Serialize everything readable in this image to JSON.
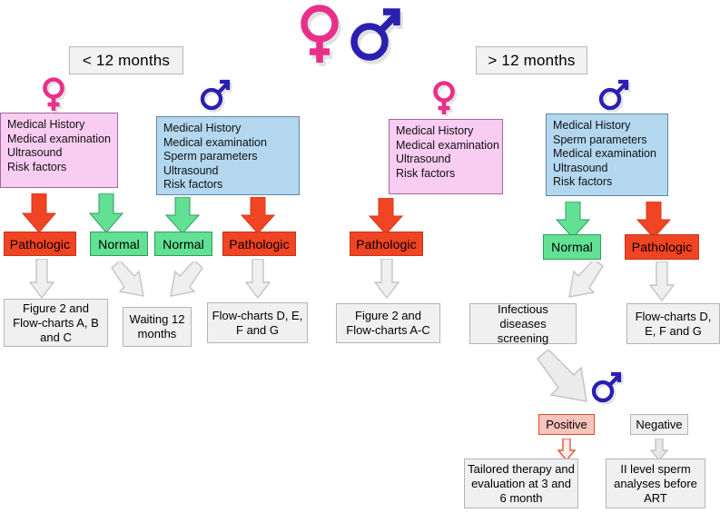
{
  "figure": {
    "title": "Infertility diagnostic work-up flow chart",
    "colors": {
      "female_fill": "#f9ccf2",
      "female_border": "#9a6b97",
      "male_fill": "#b3d7ef",
      "male_border": "#5f87a5",
      "pathologic_fill": "#f04423",
      "normal_fill": "#62e093",
      "outcome_fill": "#f0f0f0",
      "female_symbol": "#e8308a",
      "male_symbol": "#2a1fb0",
      "positive_fill": "#f7c3bb",
      "positive_border": "#e04a33",
      "grey_arrow": "#e8e8e8"
    }
  },
  "top_symbols": {
    "female": "female-symbol",
    "male": "male-symbol"
  },
  "periods": {
    "left": "< 12 months",
    "right": "> 12 months"
  },
  "branches": [
    {
      "id": "lt12-female",
      "symbol": "female-symbol",
      "box_type": "female",
      "items": [
        "Medical History",
        "Medical examination",
        "Ultrasound",
        "Risk factors"
      ],
      "results": [
        {
          "label": "Pathologic",
          "type": "pathologic"
        },
        {
          "label": "Normal",
          "type": "normal"
        }
      ]
    },
    {
      "id": "lt12-male",
      "symbol": "male-symbol",
      "box_type": "male",
      "items": [
        "Medical History",
        "Medical examination",
        "Sperm parameters",
        "Ultrasound",
        "Risk factors"
      ],
      "results": [
        {
          "label": "Normal",
          "type": "normal"
        },
        {
          "label": "Pathologic",
          "type": "pathologic"
        }
      ]
    },
    {
      "id": "gt12-female",
      "symbol": "female-symbol",
      "box_type": "female",
      "items": [
        "Medical History",
        "Medical examination",
        "Ultrasound",
        "Risk factors"
      ],
      "results": [
        {
          "label": "Pathologic",
          "type": "pathologic"
        }
      ]
    },
    {
      "id": "gt12-male",
      "symbol": "male-symbol",
      "box_type": "male",
      "items": [
        "Medical History",
        "Sperm parameters",
        "Medical examination",
        "Ultrasound",
        "Risk factors"
      ],
      "results": [
        {
          "label": "Normal",
          "type": "normal"
        },
        {
          "label": "Pathologic",
          "type": "pathologic"
        }
      ]
    }
  ],
  "outcomes": {
    "lt12_female_pathologic": "Figure 2 and Flow-charts A, B and C",
    "lt12_waiting": "Waiting 12 months",
    "lt12_male_pathologic": "Flow-charts D, E, F and G",
    "gt12_female_pathologic": "Figure 2 and Flow-charts A-C",
    "gt12_male_normal": "Infectious diseases screening",
    "gt12_male_pathologic": "Flow-charts D, E, F and G",
    "positive": "Positive",
    "negative": "Negative",
    "positive_outcome": "Tailored therapy and evaluation at 3 and 6 month",
    "negative_outcome": "II level sperm analyses before ART"
  },
  "screening_symbol": "male-symbol"
}
